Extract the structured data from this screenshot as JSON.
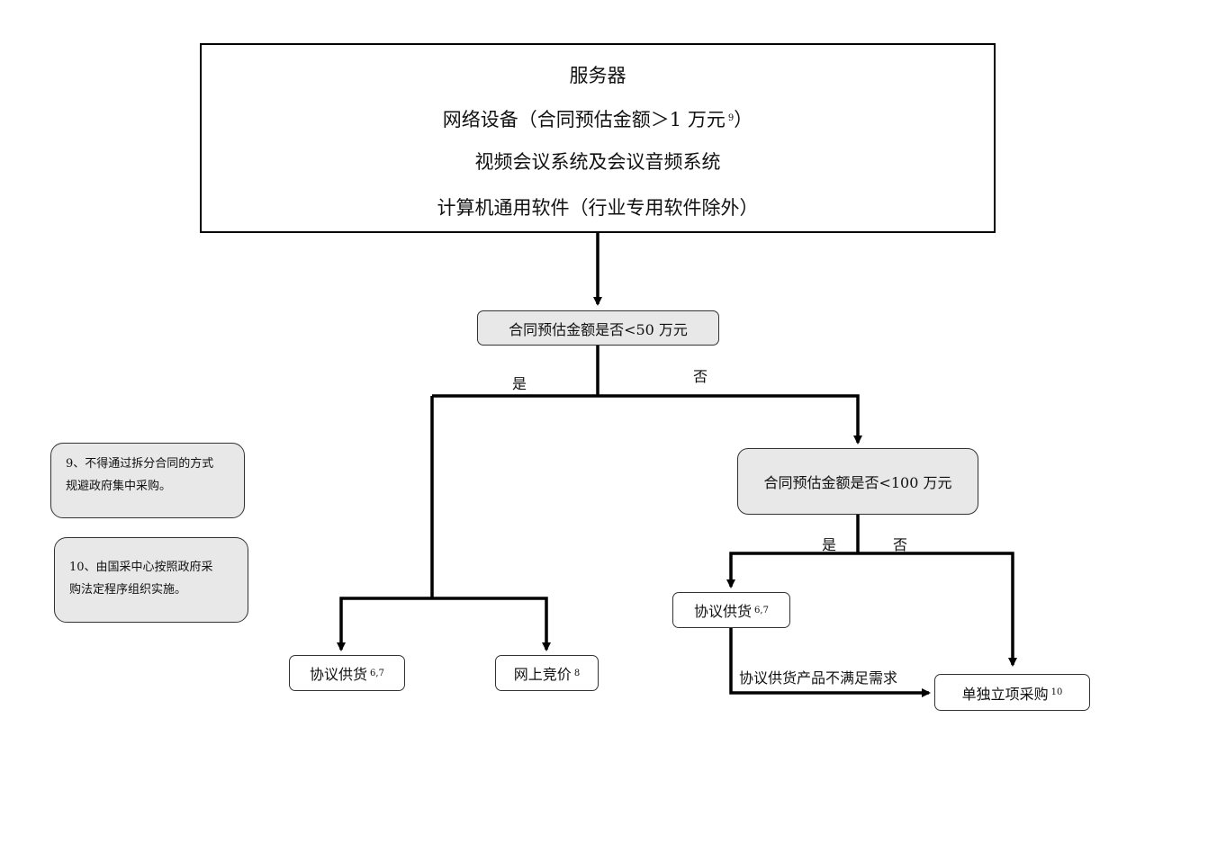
{
  "top_box": {
    "line1": "服务器",
    "line2": "网络设备（合同预估金额＞1 万元",
    "line2_sup": "9",
    "line2_end": "）",
    "line3": "视频会议系统及会议音频系统",
    "line4": "计算机通用软件（行业专用软件除外）"
  },
  "decision1": {
    "label": "合同预估金额是否<50 万元"
  },
  "decision2": {
    "label": "合同预估金额是否<100 万元"
  },
  "branch_labels": {
    "yes1": "是",
    "no1": "否",
    "yes2": "是",
    "no2": "否"
  },
  "leaves": {
    "left_agreement": {
      "label": "协议供货",
      "sup": "6,7"
    },
    "online_bidding": {
      "label": "网上竞价",
      "sup": "8"
    },
    "right_agreement": {
      "label": "协议供货",
      "sup": "6,7"
    },
    "separate_procurement": {
      "label": "单独立项采购",
      "sup": "10"
    }
  },
  "edge_label_unmet": "协议供货产品不满足需求",
  "notes": {
    "note9": {
      "line1": "9、不得通过拆分合同的方式",
      "line2": "规避政府集中采购。"
    },
    "note10": {
      "line1": "10、由国采中心按照政府采",
      "line2": "购法定程序组织实施。"
    }
  }
}
